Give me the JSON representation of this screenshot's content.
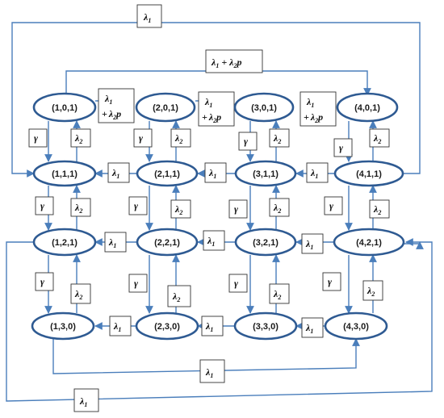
{
  "colors": {
    "node_border": "#2e5a92",
    "arrow": "#4a7ebb",
    "label_border": "#333333"
  },
  "nodes": {
    "n101": "(1,0,1)",
    "n201": "(2,0,1)",
    "n301": "(3,0,1)",
    "n401": "(4,0,1)",
    "n111": "(1,1,1)",
    "n211": "(2,1,1)",
    "n311": "(3,1,1)",
    "n411": "(4,1,1)",
    "n121": "(1,2,1)",
    "n221": "(2,2,1)",
    "n321": "(3,2,1)",
    "n421": "(4,2,1)",
    "n130": "(1,3,0)",
    "n230": "(2,3,0)",
    "n330": "(3,3,0)",
    "n430": "(4,3,0)"
  },
  "labels": {
    "lambda1": "λ",
    "lambda2": "λ",
    "gamma": "γ",
    "sub1": "1",
    "sub2": "2",
    "plus": "+",
    "p": "p"
  }
}
